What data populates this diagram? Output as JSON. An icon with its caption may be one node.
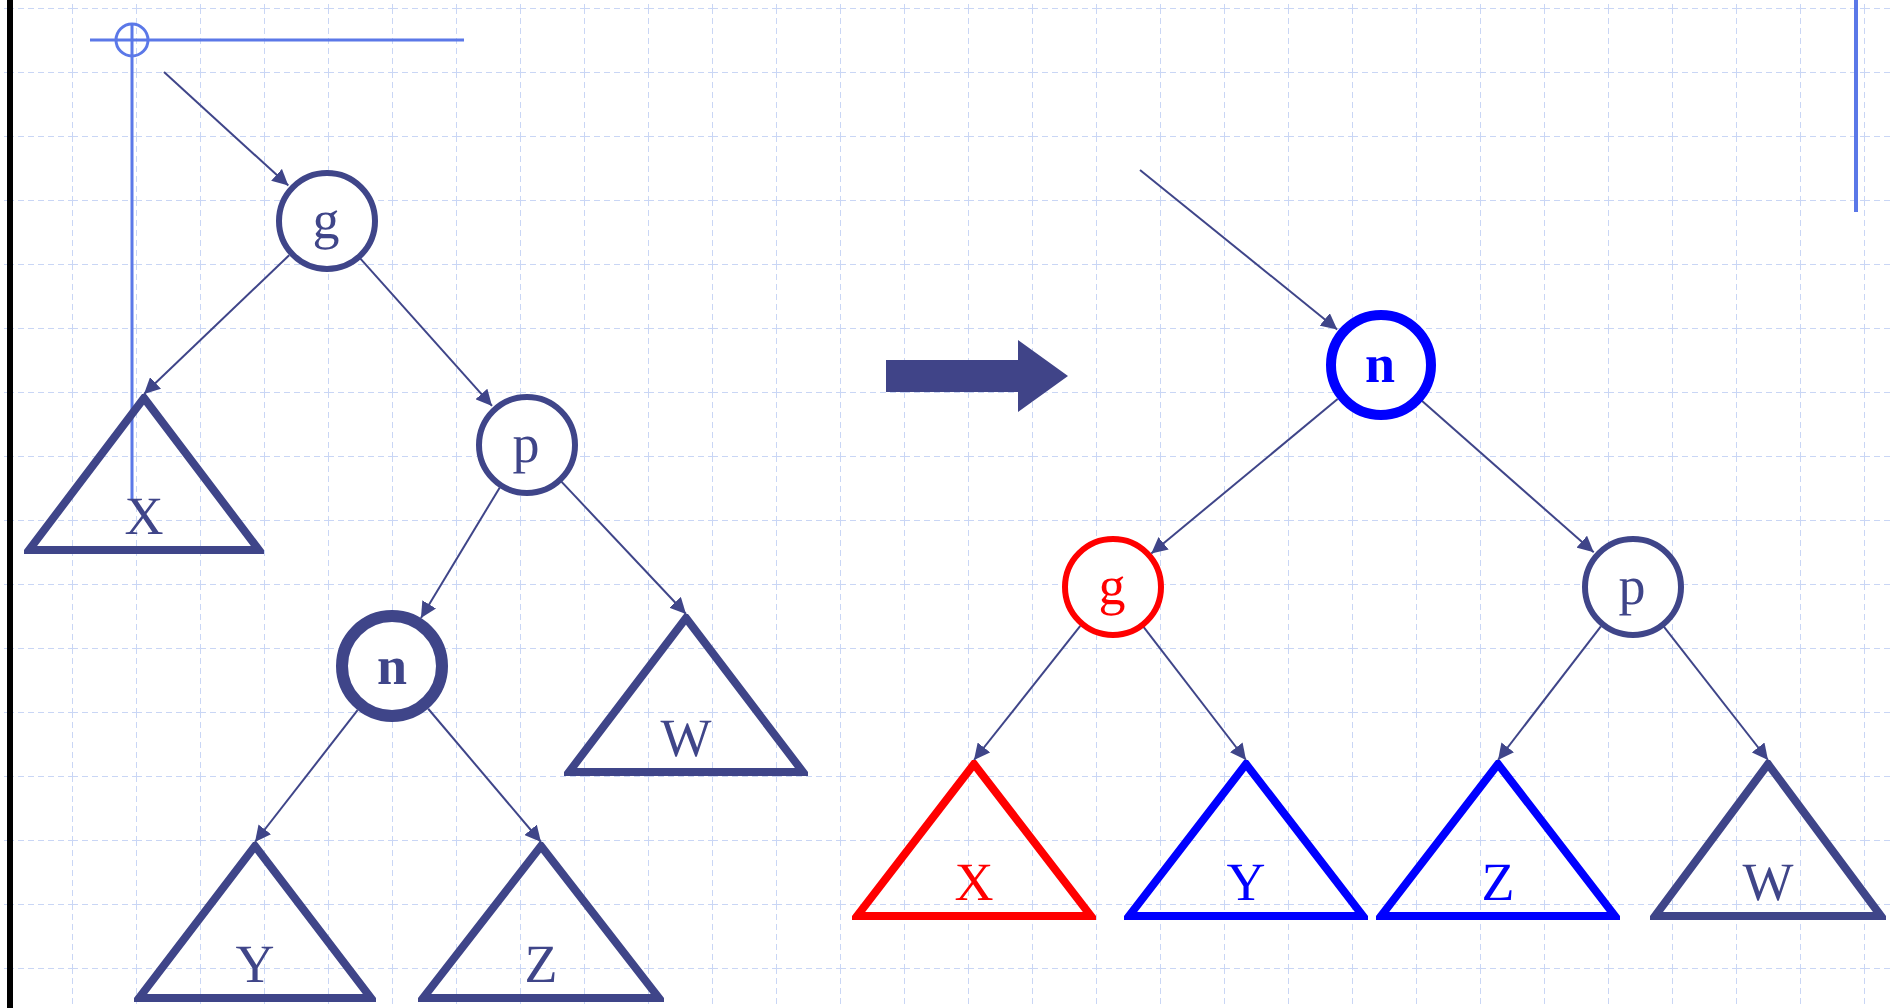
{
  "diagram": {
    "nodes": [
      {
        "text": [
          "g"
        ]
      },
      {
        "text": [
          "X"
        ]
      },
      {
        "text": [
          "p"
        ]
      },
      {
        "text": [
          "n"
        ]
      },
      {
        "text": [
          "W"
        ]
      },
      {
        "text": [
          "Y"
        ]
      },
      {
        "text": [
          "Z"
        ]
      },
      {
        "text": [
          "n"
        ]
      },
      {
        "text": [
          "g"
        ]
      },
      {
        "text": [
          "p"
        ]
      },
      {
        "text": [
          "X"
        ]
      },
      {
        "text": [
          "Y"
        ]
      },
      {
        "text": [
          "Z"
        ]
      },
      {
        "text": [
          "W"
        ]
      }
    ],
    "edges": [
      {
        "from": null,
        "to": 0,
        "arrow": "to"
      },
      {
        "from": 0,
        "to": 1,
        "arrow": "to"
      },
      {
        "from": 0,
        "to": 2,
        "arrow": "to"
      },
      {
        "from": 2,
        "to": 3,
        "arrow": "to"
      },
      {
        "from": 2,
        "to": 4,
        "arrow": "to"
      },
      {
        "from": 3,
        "to": 5,
        "arrow": "to"
      },
      {
        "from": 3,
        "to": 6,
        "arrow": "to"
      },
      {
        "from": null,
        "to": 7,
        "arrow": "to"
      },
      {
        "from": 7,
        "to": 8,
        "arrow": "to"
      },
      {
        "from": 7,
        "to": 9,
        "arrow": "to"
      },
      {
        "from": 8,
        "to": 10,
        "arrow": "to"
      },
      {
        "from": 8,
        "to": 11,
        "arrow": "to"
      },
      {
        "from": 9,
        "to": 12,
        "arrow": "to"
      },
      {
        "from": 9,
        "to": 13,
        "arrow": "to"
      }
    ]
  }
}
